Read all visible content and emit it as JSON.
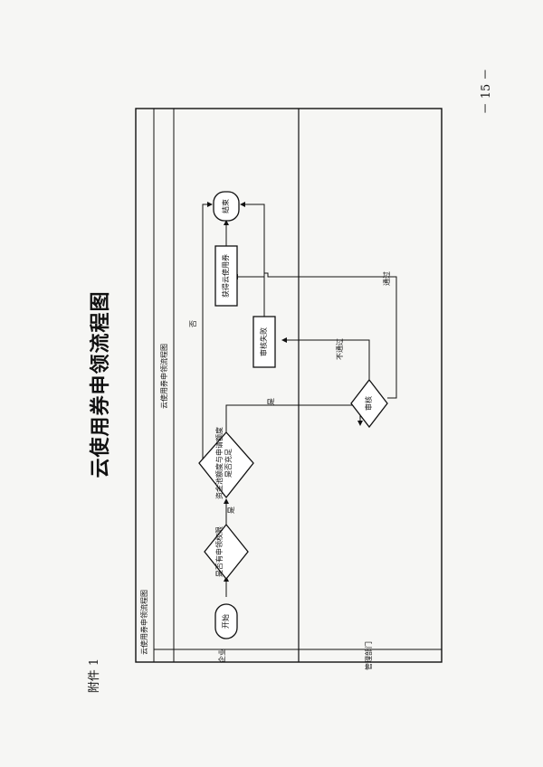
{
  "attachment_label": "附件 1",
  "page_number": "－ 15 －",
  "title": "云使用券申领流程图",
  "diagram": {
    "pool_label": "云使用券申领流程图",
    "inner_label": "云使用券申领流程图",
    "lanes": [
      "企业",
      "管理部门"
    ],
    "nodes": {
      "start": "开始",
      "login": "是否有申领权限",
      "check_fund": "资金池额度与申请额度是否充足",
      "review": "审核",
      "review_fail": "审核失败",
      "get_voucher": "获得云使用券",
      "end": "结束"
    },
    "edges": {
      "yes1": "是",
      "yes2": "是",
      "no1": "否",
      "fail": "不通过",
      "pass": "通过"
    }
  }
}
